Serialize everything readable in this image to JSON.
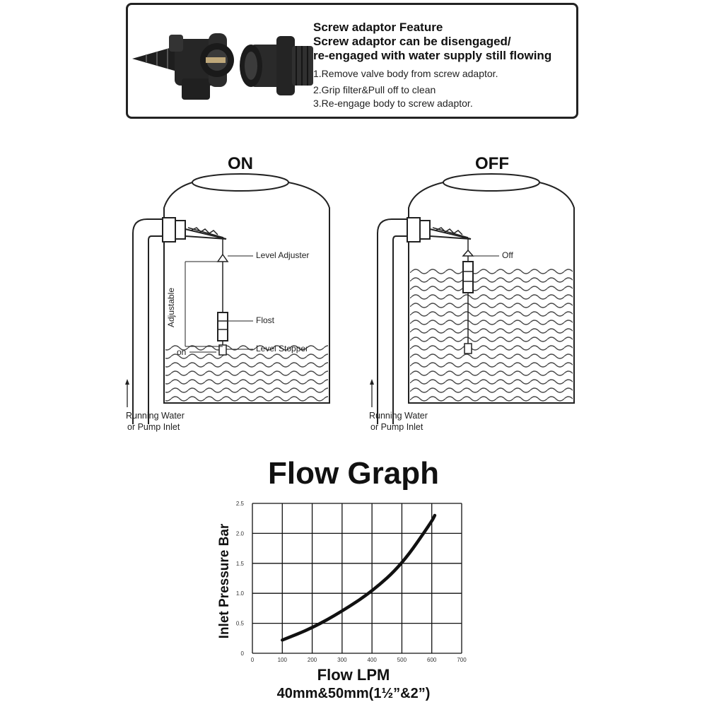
{
  "feature": {
    "title": "Screw adaptor Feature",
    "subtitle_line1": "Screw adaptor can be disengaged/",
    "subtitle_line2": "re-engaged with water supply still flowing",
    "steps": [
      "1.Remove valve body from screw adaptor.",
      "2.Grip filter&Pull off to clean",
      "3.Re-engage body to screw adaptor."
    ]
  },
  "diagram_on": {
    "label": "ON",
    "callouts": {
      "level_adjuster": "Level Adjuster",
      "float": "Flost",
      "level_stopper": "Level Stopper",
      "adjustable": "Adjustable",
      "on": "on"
    },
    "inlet_line1": "Running Water",
    "inlet_line2": "or Pump Inlet"
  },
  "diagram_off": {
    "label": "OFF",
    "callouts": {
      "off": "Off"
    },
    "inlet_line1": "Running Water",
    "inlet_line2": "or Pump Inlet"
  },
  "chart_data": {
    "type": "line",
    "title": "Flow Graph",
    "xlabel": "Flow LPM",
    "ylabel": "Inlet Pressure Bar",
    "caption": "40mm&50mm(1½”&2”)",
    "xlim": [
      0,
      700
    ],
    "ylim": [
      0,
      2.5
    ],
    "x_ticks": [
      "0",
      "100",
      "200",
      "300",
      "400",
      "500",
      "600",
      "700"
    ],
    "y_ticks": [
      "0",
      "0.5",
      "1.0",
      "1.5",
      "2.0",
      "2.5"
    ],
    "grid": true,
    "series": [
      {
        "x": [
          100,
          200,
          300,
          400,
          500,
          600,
          610
        ],
        "y": [
          0.22,
          0.42,
          0.7,
          1.03,
          1.48,
          2.2,
          2.3
        ]
      }
    ],
    "colors": {
      "line": "#111111",
      "grid": "#111111"
    }
  }
}
